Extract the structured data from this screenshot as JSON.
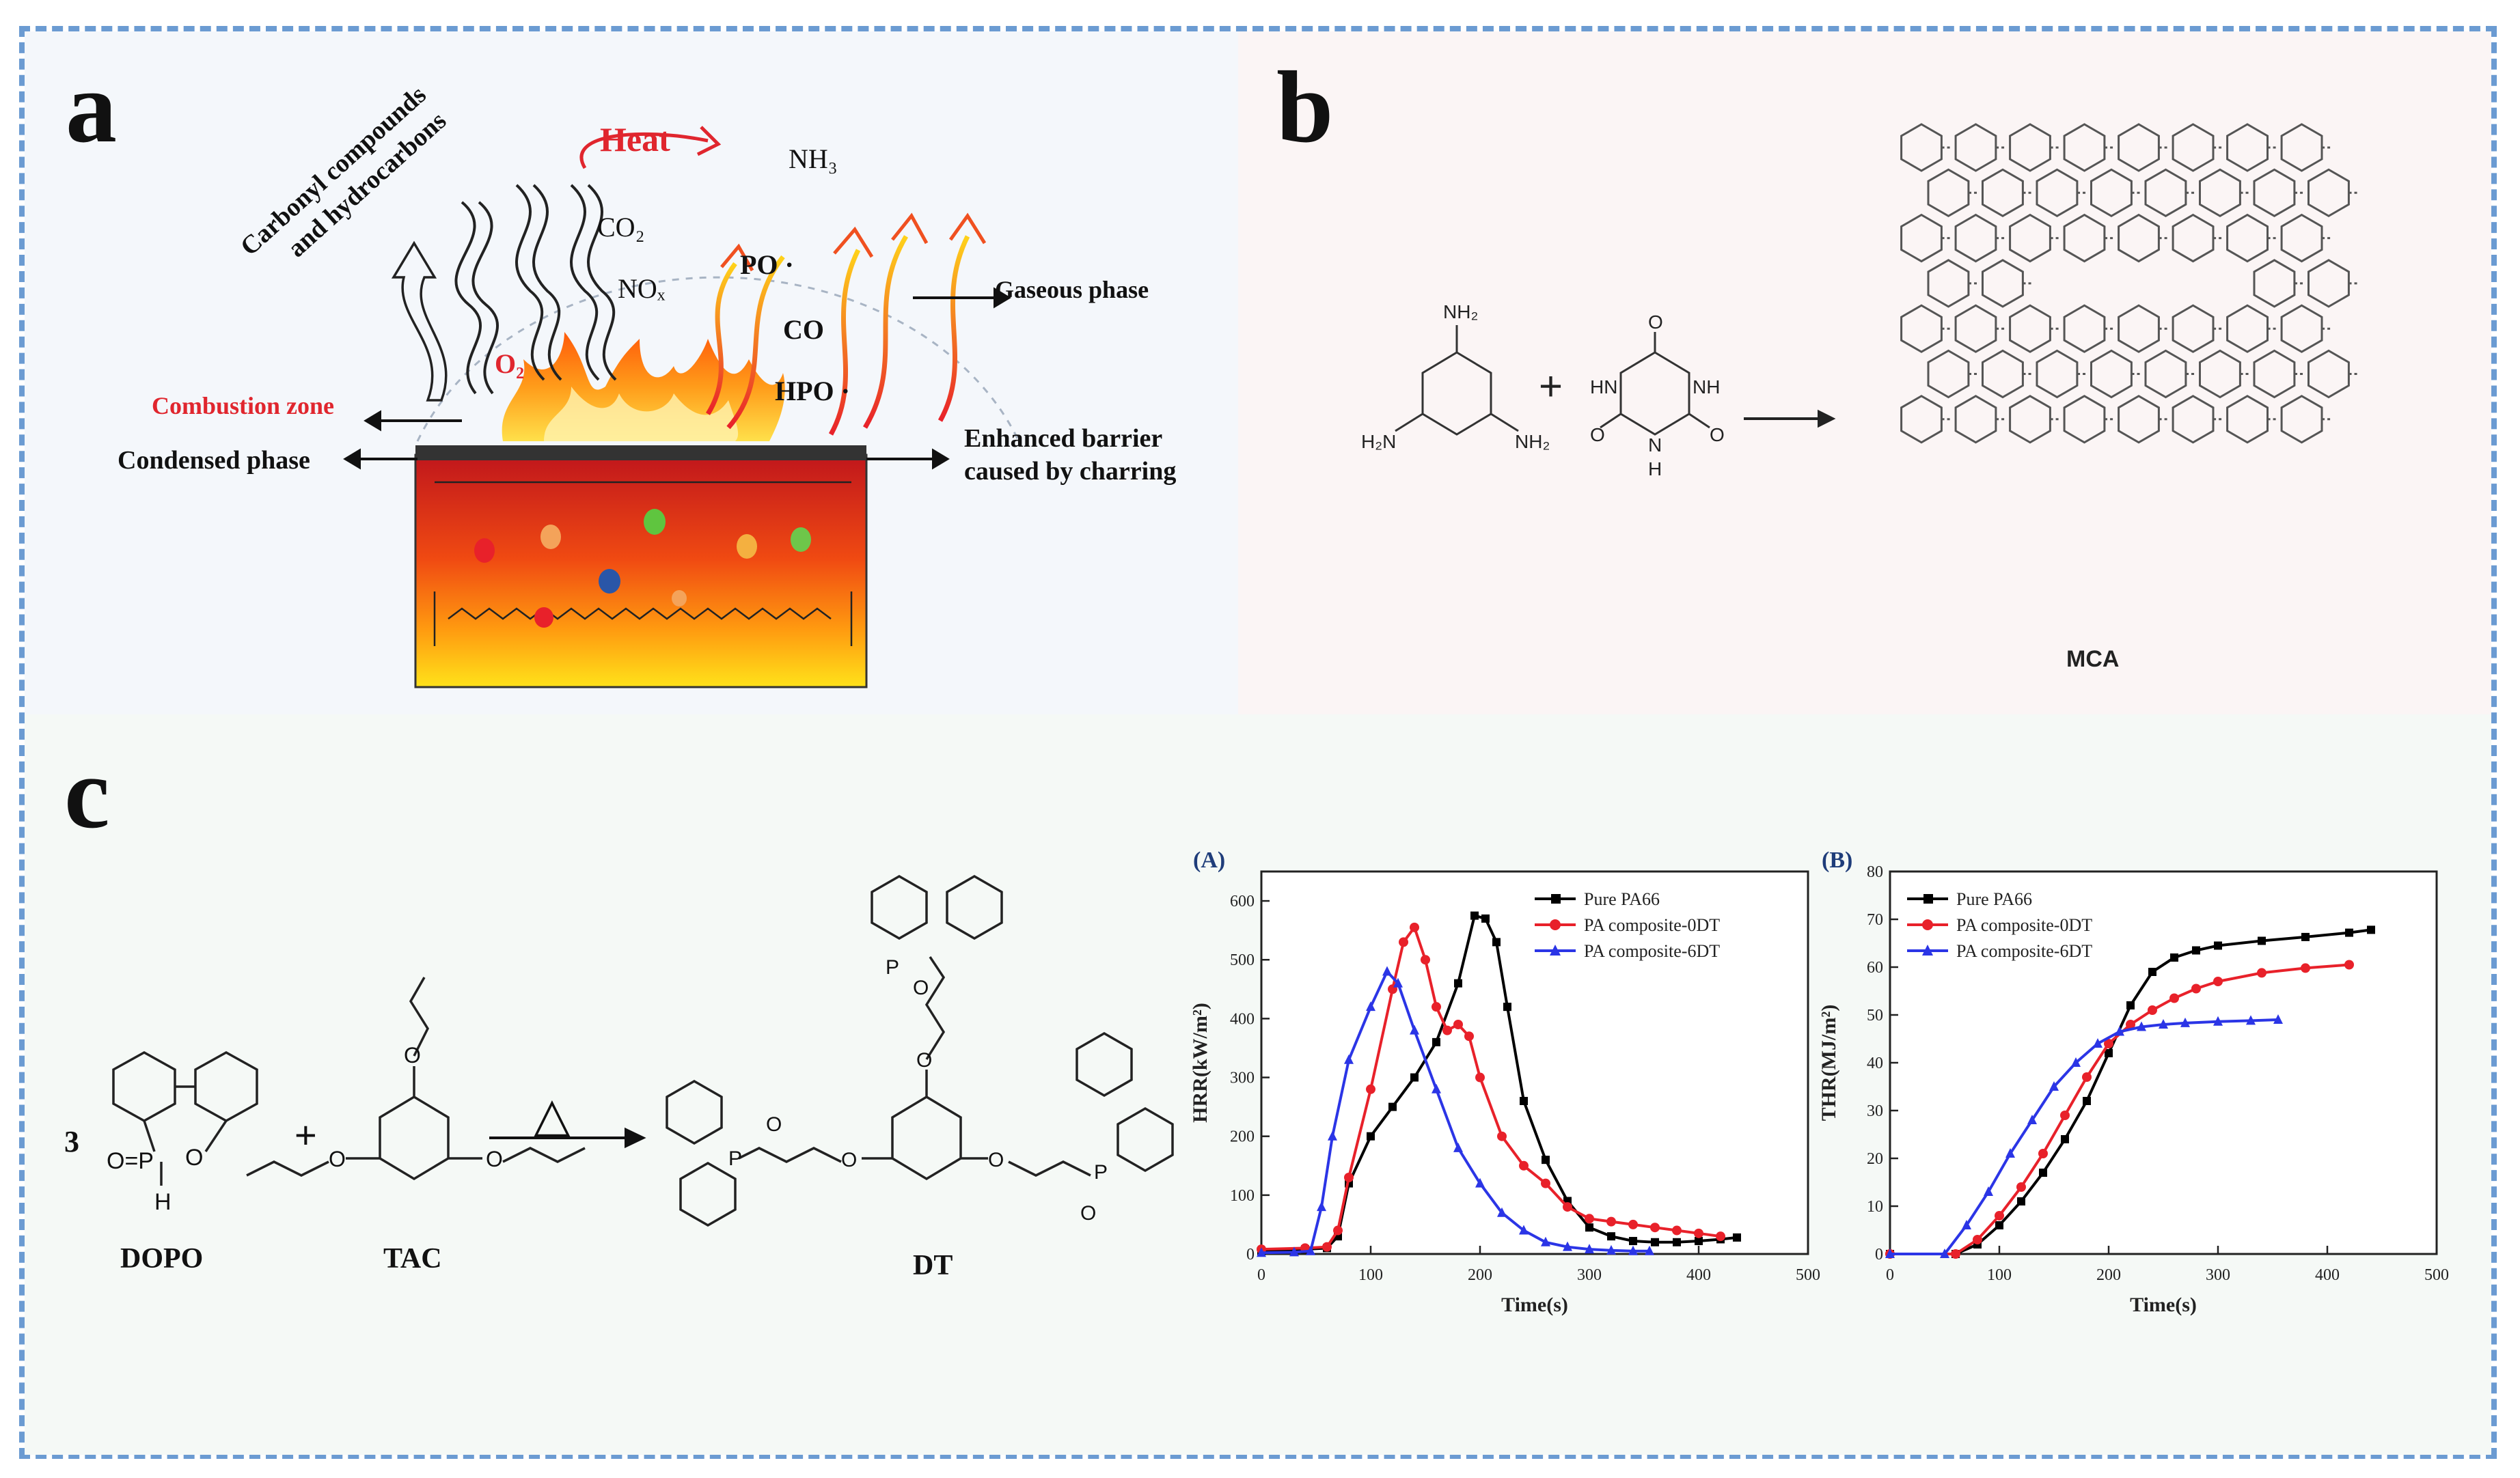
{
  "panels": {
    "a": {
      "letter": "a",
      "heat": "Heat",
      "nh3": "NH₃",
      "carbonyl_line1": "Carbonyl compounds",
      "carbonyl_line2": "and hydrocarbons",
      "co2": "CO₂",
      "po": "PO ·",
      "nox": "NOₓ",
      "gaseous": "Gaseous phase",
      "o2": "O₂",
      "co": "CO",
      "hpo": "HPO ·",
      "combustion": "Combustion zone",
      "condensed": "Condensed phase",
      "barrier_line1": "Enhanced barrier",
      "barrier_line2": "caused by charring",
      "colors": {
        "combustion_text": "#e0262e",
        "heat_text": "#e0262e",
        "o2_text": "#e0262e"
      }
    },
    "b": {
      "letter": "b",
      "mca_label": "MCA",
      "plus": "+",
      "melamine": {
        "nh2_top": "NH₂",
        "nh2_left": "H₂N",
        "nh2_right": "NH₂"
      },
      "cyanuric": {
        "o_top": "O",
        "o_left": "O",
        "o_right": "O",
        "hn": "HN",
        "nh_right": "NH",
        "nh_bottom": "N",
        "h_bottom": "H"
      }
    },
    "c": {
      "letter": "c",
      "coef": "3",
      "plus": "+",
      "delta": "△",
      "dopo": "DOPO",
      "tac": "TAC",
      "dt": "DT"
    }
  },
  "chart_data": [
    {
      "type": "line",
      "title": "(A)",
      "xlabel": "Time(s)",
      "ylabel": "HRR(kW/m²)",
      "xlim": [
        0,
        500
      ],
      "ylim": [
        0,
        650
      ],
      "xticks": [
        0,
        100,
        200,
        300,
        400,
        500
      ],
      "yticks": [
        0,
        100,
        200,
        300,
        400,
        500,
        600
      ],
      "legend_position": "top-right",
      "grid": false,
      "series": [
        {
          "name": "Pure PA66",
          "color": "#000000",
          "marker": "square",
          "x": [
            0,
            40,
            60,
            70,
            80,
            100,
            120,
            140,
            160,
            180,
            195,
            205,
            215,
            225,
            240,
            260,
            280,
            300,
            320,
            340,
            360,
            380,
            400,
            420,
            435
          ],
          "y": [
            5,
            8,
            10,
            30,
            120,
            200,
            250,
            300,
            360,
            460,
            575,
            570,
            530,
            420,
            260,
            160,
            90,
            45,
            30,
            22,
            20,
            20,
            22,
            25,
            28
          ]
        },
        {
          "name": "PA composite-0DT",
          "color": "#e8212a",
          "marker": "circle",
          "x": [
            0,
            40,
            60,
            70,
            80,
            100,
            120,
            130,
            140,
            150,
            160,
            170,
            180,
            190,
            200,
            220,
            240,
            260,
            280,
            300,
            320,
            340,
            360,
            380,
            400,
            420
          ],
          "y": [
            8,
            10,
            12,
            40,
            130,
            280,
            450,
            530,
            555,
            500,
            420,
            380,
            390,
            370,
            300,
            200,
            150,
            120,
            80,
            60,
            55,
            50,
            45,
            40,
            35,
            30
          ]
        },
        {
          "name": "PA composite-6DT",
          "color": "#2b35e6",
          "marker": "triangle",
          "x": [
            0,
            30,
            45,
            55,
            65,
            80,
            100,
            115,
            125,
            140,
            160,
            180,
            200,
            220,
            240,
            260,
            280,
            300,
            320,
            340,
            355
          ],
          "y": [
            2,
            3,
            5,
            80,
            200,
            330,
            420,
            480,
            460,
            380,
            280,
            180,
            120,
            70,
            40,
            20,
            12,
            8,
            6,
            5,
            5
          ]
        }
      ]
    },
    {
      "type": "line",
      "title": "(B)",
      "xlabel": "Time(s)",
      "ylabel": "THR(MJ/m²)",
      "xlim": [
        0,
        500
      ],
      "ylim": [
        0,
        80
      ],
      "xticks": [
        0,
        100,
        200,
        300,
        400,
        500
      ],
      "yticks": [
        0,
        10,
        20,
        30,
        40,
        50,
        60,
        70,
        80
      ],
      "legend_position": "top-left",
      "grid": false,
      "series": [
        {
          "name": "Pure PA66",
          "color": "#000000",
          "marker": "square",
          "x": [
            0,
            60,
            80,
            100,
            120,
            140,
            160,
            180,
            200,
            220,
            240,
            260,
            280,
            300,
            340,
            380,
            420,
            440
          ],
          "y": [
            0,
            0,
            2,
            6,
            11,
            17,
            24,
            32,
            42,
            52,
            59,
            62,
            63.5,
            64.5,
            65.5,
            66.3,
            67.2,
            67.8
          ]
        },
        {
          "name": "PA composite-0DT",
          "color": "#e8212a",
          "marker": "circle",
          "x": [
            0,
            60,
            80,
            100,
            120,
            140,
            160,
            180,
            200,
            220,
            240,
            260,
            280,
            300,
            340,
            380,
            420
          ],
          "y": [
            0,
            0,
            3,
            8,
            14,
            21,
            29,
            37,
            44,
            48,
            51,
            53.5,
            55.5,
            57,
            58.8,
            59.8,
            60.5
          ]
        },
        {
          "name": "PA composite-6DT",
          "color": "#2b35e6",
          "marker": "triangle",
          "x": [
            0,
            50,
            70,
            90,
            110,
            130,
            150,
            170,
            190,
            210,
            230,
            250,
            270,
            300,
            330,
            355
          ],
          "y": [
            0,
            0,
            6,
            13,
            21,
            28,
            35,
            40,
            44,
            46.5,
            47.5,
            48,
            48.3,
            48.6,
            48.8,
            49
          ]
        }
      ]
    }
  ]
}
